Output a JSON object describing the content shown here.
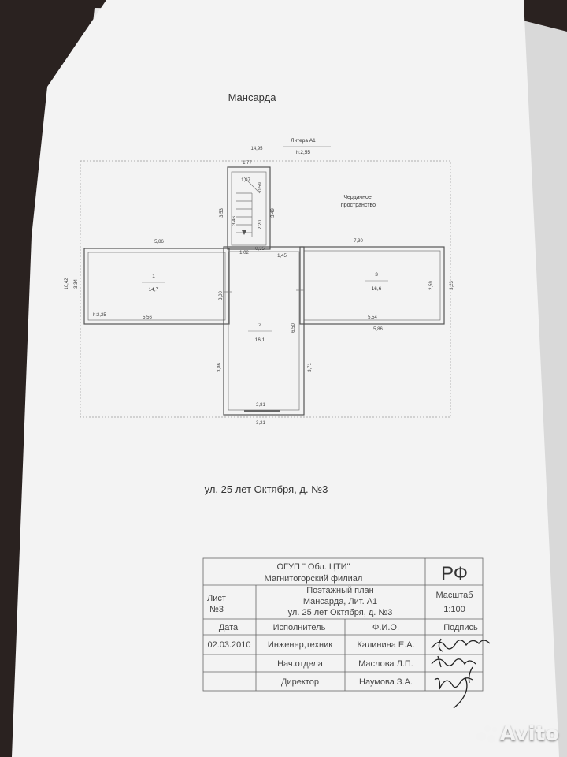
{
  "plan": {
    "title": "Мансарда",
    "litera": "Литера А1",
    "height": "h:2,55",
    "attic_label": "Чердачное пространство",
    "address": "ул. 25 лет Октября, д. №3",
    "rooms": [
      {
        "num": "1",
        "area": "14,7"
      },
      {
        "num": "2",
        "area": "16,1"
      },
      {
        "num": "3",
        "area": "16,6"
      }
    ],
    "room1_height": "h:2,25",
    "dims": {
      "top_total": "14,95",
      "top_stair": "1,77",
      "left_total": "10,42",
      "left_room": "3,34",
      "stair_h": "3,53",
      "stair_h2": "3,49",
      "stair_inner": "2,20",
      "stair_small": "0,59",
      "stair_len": "3,46",
      "stair_w": "1,07",
      "left_top": "5,86",
      "right_top": "7,30",
      "small1": "1,02",
      "small2": "0,35",
      "small3": "1,45",
      "room1_w": "5,56",
      "room1_h": "3,00",
      "room3_w": "5,54",
      "room3_h": "2,59",
      "right_total": "3,23",
      "right_bottom": "5,86",
      "center_h": "6,50",
      "lower_left": "3,86",
      "lower_right": "3,71",
      "bottom_inner": "2,81",
      "bottom_total": "3,21"
    }
  },
  "stamp": {
    "org": "ОГУП \" Обл. ЦТИ\"",
    "branch": "Магнитогорский филиал",
    "rf": "РФ",
    "sheet_label": "Лист",
    "sheet_no": "№3",
    "doc_line1": "Поэтажный план",
    "doc_line2": "Мансарда, Лит. А1",
    "doc_line3": "ул. 25 лет Октября, д. №3",
    "scale_label": "Масштаб",
    "scale_value": "1:100",
    "headers": [
      "Дата",
      "Исполнитель",
      "Ф.И.О.",
      "Подпись"
    ],
    "rows": [
      {
        "date": "02.03.2010",
        "role": "Инженер,техник",
        "name": "Калинина Е.А."
      },
      {
        "date": "",
        "role": "Нач.отдела",
        "name": "Маслова Л.П."
      },
      {
        "date": "",
        "role": "Директор",
        "name": "Наумова З.А."
      }
    ]
  },
  "watermark": "Avito"
}
